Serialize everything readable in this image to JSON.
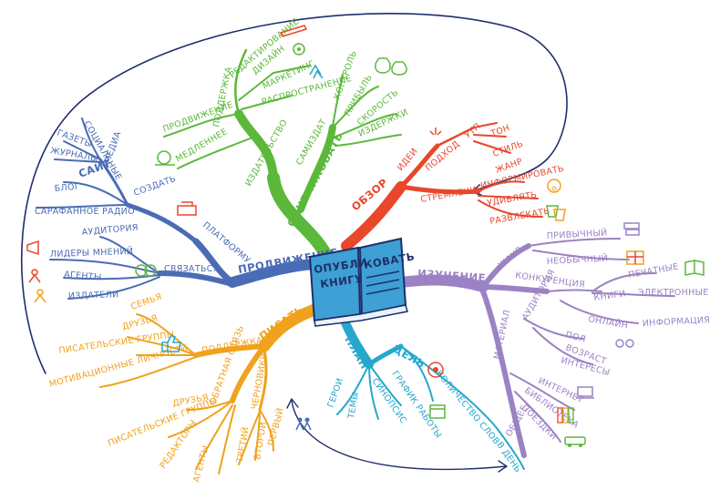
{
  "colors": {
    "green": "#5bb83a",
    "red": "#e8472b",
    "purple": "#9b82c4",
    "orange": "#f0a21c",
    "blue": "#4a6cb5",
    "teal": "#26a8cc",
    "navy": "#1f2f6b",
    "book": "#3ea0d4"
  },
  "center": {
    "left_text": "ОПУБЛИ",
    "left_text2": "КНИГУ",
    "right_text": "КОВАТЬ"
  },
  "green": {
    "main": "ОПУБЛИКОВАТЬ",
    "izdatelstvo": "ИЗДАТЕЛЬСТВО",
    "samizdat": "САМИЗДАТ",
    "podderzhka": "ПОДДЕРЖКА",
    "redaktirovanie": "РЕДАКТИРОВАНИЕ",
    "dizain": "ДИЗАЙН",
    "marketing": "МАРКЕТИНГ",
    "rasprostranenie": "РАСПРОСТРАНЕНИЕ",
    "prodvizhenie": "ПРОДВИЖЕНИЕ",
    "medlennee": "МЕДЛЕННЕЕ",
    "kontrol": "КОНТРОЛЬ",
    "pribyl": "ПРИБЫЛЬ",
    "skorost": "СКОРОСТЬ",
    "izderzhki": "ИЗДЕРЖКИ"
  },
  "red": {
    "main": "ОБЗОР",
    "idei": "ИДЕИ",
    "podkhod": "ПОДХОД",
    "stil_group": "УТП",
    "ton": "ТОН",
    "stil": "СТИЛЬ",
    "zhanr": "ЖАНР",
    "stremlenie": "СТРЕМЛЕНИЕ",
    "informirovat": "ИНФОРМИРОВАТЬ",
    "udivlyat": "УДИВЛЯТЬ",
    "razvlekat": "РАЗВЛЕКАТЬ"
  },
  "purple": {
    "main": "ИЗУЧЕНИЕ",
    "zhanr": "ЖАНР",
    "privychny": "ПРИВЫЧНЫЙ",
    "neobychny": "НЕОБЫЧНЫЙ",
    "konkurentsiya": "КОНКУРЕНЦИЯ",
    "knigi": "КНИГИ",
    "pechatnye": "ПЕЧАТНЫЕ",
    "elektronnye": "ЭЛЕКТРОННЫЕ",
    "onlain": "ОНЛАЙН",
    "informatsiya": "ИНФОРМАЦИЯ",
    "materialy": "МАТЕРИАЛ",
    "auditoriya": "АУДИТОРИЯ",
    "pol": "ПОЛ",
    "vozrast": "ВОЗРАСТ",
    "interesy": "ИНТЕРЕСЫ",
    "internet": "ИНТЕРНЕТ",
    "biblioteka": "БИБЛИОТЕКА",
    "poezdki": "ПОЕЗДКИ",
    "obshchee": "ОБЩЕЕ"
  },
  "teal": {
    "plan": "ПЛАН",
    "tsel": "ЦЕЛЬ",
    "grafik": "ГРАФИК РАБОТЫ",
    "kolichestvo": "КОЛИЧЕСТВО СЛОВ",
    "v_den": "В ДЕНЬ",
    "geroi": "ГЕРОИ",
    "temy": "ТЕМЫ",
    "sinopsis": "СИНОПСИС"
  },
  "orange": {
    "main": "ПИСАТЬ",
    "podderzhka": "ПОДДЕРЖКА",
    "semya": "СЕМЬЯ",
    "druzya": "ДРУЗЬЯ",
    "pis_gruppy": "ПИСАТЕЛЬСКИЕ ГРУППЫ",
    "motiv": "МОТИВАЦИОННЫЕ ЛИЧНОСТИ",
    "obratnaya": "ОБРАТНАЯ СВЯЗЬ",
    "druzya2": "ДРУЗЬЯ",
    "pis_gruppy2": "ПИСАТЕЛЬСКИЕ ГРУППЫ",
    "redaktory": "РЕДАКТОРЫ",
    "agenty": "АГЕНТЫ",
    "chernoviki": "ЧЕРНОВИКИ",
    "pervy": "ПЕРВЫЙ",
    "vtoroi": "ВТОРОЙ",
    "treti": "ТРЕТИЙ"
  },
  "blue": {
    "main": "ПРОДВИЖЕНИЕ",
    "platformu": "ПЛАТФОРМУ",
    "sozdat": "СОЗДАТЬ",
    "svyazatsya": "СВЯЗАТЬСЯ",
    "media": "МЕДИА",
    "sotsialnye": "СОЦИАЛЬНЫЕ",
    "gazety": "ГАЗЕТЫ",
    "zhurnaly": "ЖУРНАЛЫ",
    "sait": "САЙТ",
    "blog": "БЛОГ",
    "radio": "САРАФАННОЕ РАДИО",
    "auditoriya": "АУДИТОРИЯ",
    "lidery": "ЛИДЕРЫ МНЕНИЙ",
    "agenty": "АГЕНТЫ",
    "izdateli": "ИЗДАТЕЛИ"
  }
}
